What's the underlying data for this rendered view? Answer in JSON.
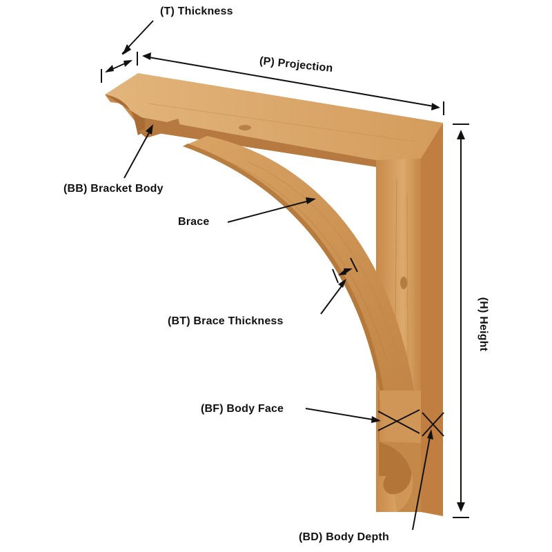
{
  "diagram": {
    "labels": {
      "thickness": "(T) Thickness",
      "projection": "(P) Projection",
      "bracket_body": "(BB) Bracket Body",
      "brace": "Brace",
      "brace_thickness": "(BT) Brace Thickness",
      "height": "(H) Height",
      "body_face": "(BF) Body Face",
      "body_depth": "(BD) Body Depth"
    },
    "colors": {
      "wood_light": "#d9a76a",
      "wood_mid": "#c98f4f",
      "wood_dark": "#a8703a",
      "wood_shadow": "#8a5a2c",
      "ink": "#111111"
    }
  }
}
